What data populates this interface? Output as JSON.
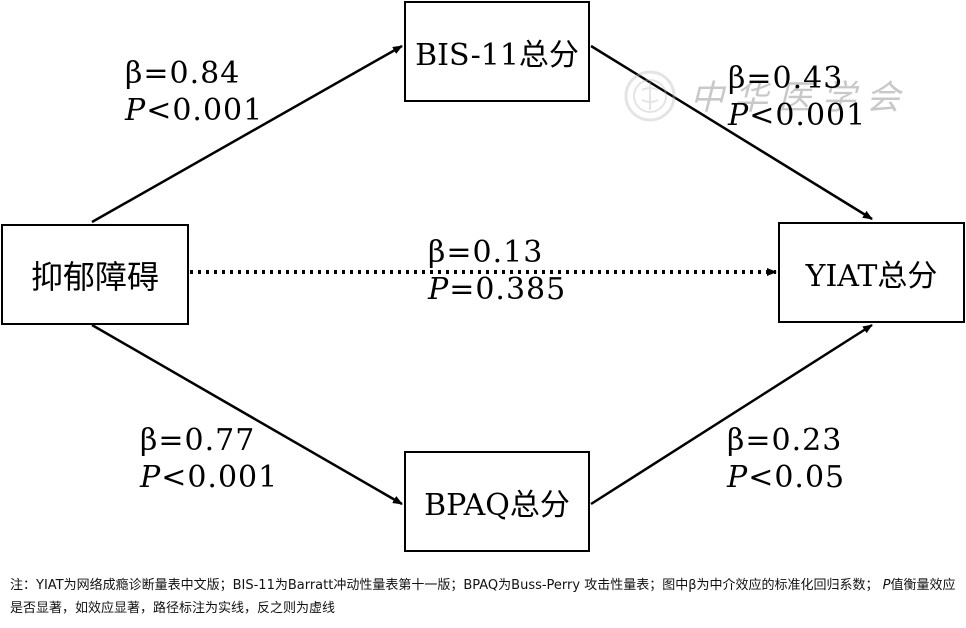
{
  "nodes": {
    "depression": "抑郁障碍",
    "bis": "BIS-11总分",
    "bpaq": "BPAQ总分",
    "yiat": "YIAT总分"
  },
  "paths": {
    "a1": {
      "beta": "β=0.84",
      "p_letter": "P",
      "p_rest": "<0.001",
      "style": "solid"
    },
    "b1": {
      "beta": "β=0.43",
      "p_letter": "P",
      "p_rest": "<0.001",
      "style": "solid"
    },
    "c": {
      "beta": "β=0.13",
      "p_letter": "P",
      "p_rest": "=0.385",
      "style": "dotted"
    },
    "a2": {
      "beta": "β=0.77",
      "p_letter": "P",
      "p_rest": "<0.001",
      "style": "solid"
    },
    "b2": {
      "beta": "β=0.23",
      "p_letter": "P",
      "p_rest": "<0.05",
      "style": "solid"
    }
  },
  "watermark": {
    "text": "中华医学会",
    "icon": "society-seal-icon"
  },
  "note": {
    "part1": "注：YIAT为网络成瘾诊断量表中文版；BIS-11为Barratt冲动性量表第十一版；BPAQ为Buss-Perry 攻击性量表；图中β为中介效应的标准化回归系数；",
    "p_letter": "P",
    "part2": "值衡量效应是否显著，如效应显著，路径标注为实线，反之则为虚线"
  },
  "colors": {
    "line": "#000000",
    "background": "#ffffff",
    "watermark": "#c8c8c8"
  }
}
